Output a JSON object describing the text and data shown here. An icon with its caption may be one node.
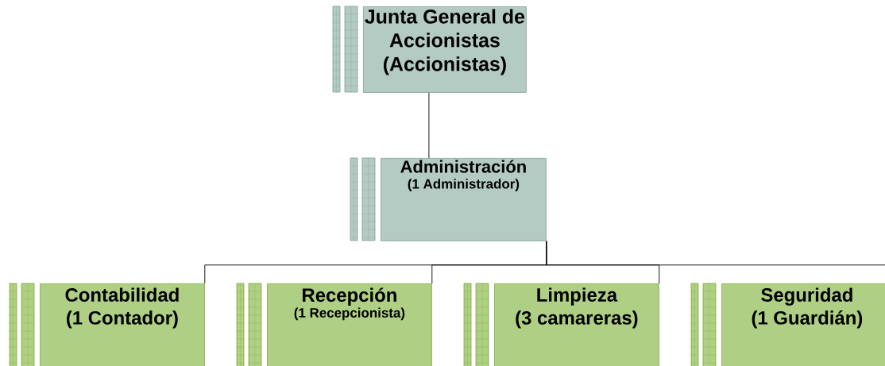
{
  "diagram": {
    "nodes": [
      {
        "text": [
          "Junta General de Accionistas",
          "(Accionistas)"
        ]
      },
      {
        "text": [
          "Administración",
          "(1 Administrador)"
        ]
      },
      {
        "text": [
          "Contabilidad",
          "(1 Contador)"
        ]
      },
      {
        "text": [
          "Recepción",
          "(1 Recepcionista)"
        ]
      },
      {
        "text": [
          "Limpieza",
          "(3 camareras)"
        ]
      },
      {
        "text": [
          "Seguridad",
          "(1 Guardián)"
        ]
      }
    ],
    "edges": [
      {
        "from": 0,
        "to": 1,
        "arrow": "none"
      },
      {
        "from": 1,
        "to": 2,
        "arrow": "none"
      },
      {
        "from": 1,
        "to": 3,
        "arrow": "none"
      },
      {
        "from": 1,
        "to": 4,
        "arrow": "none"
      },
      {
        "from": 1,
        "to": 5,
        "arrow": "none"
      }
    ]
  }
}
